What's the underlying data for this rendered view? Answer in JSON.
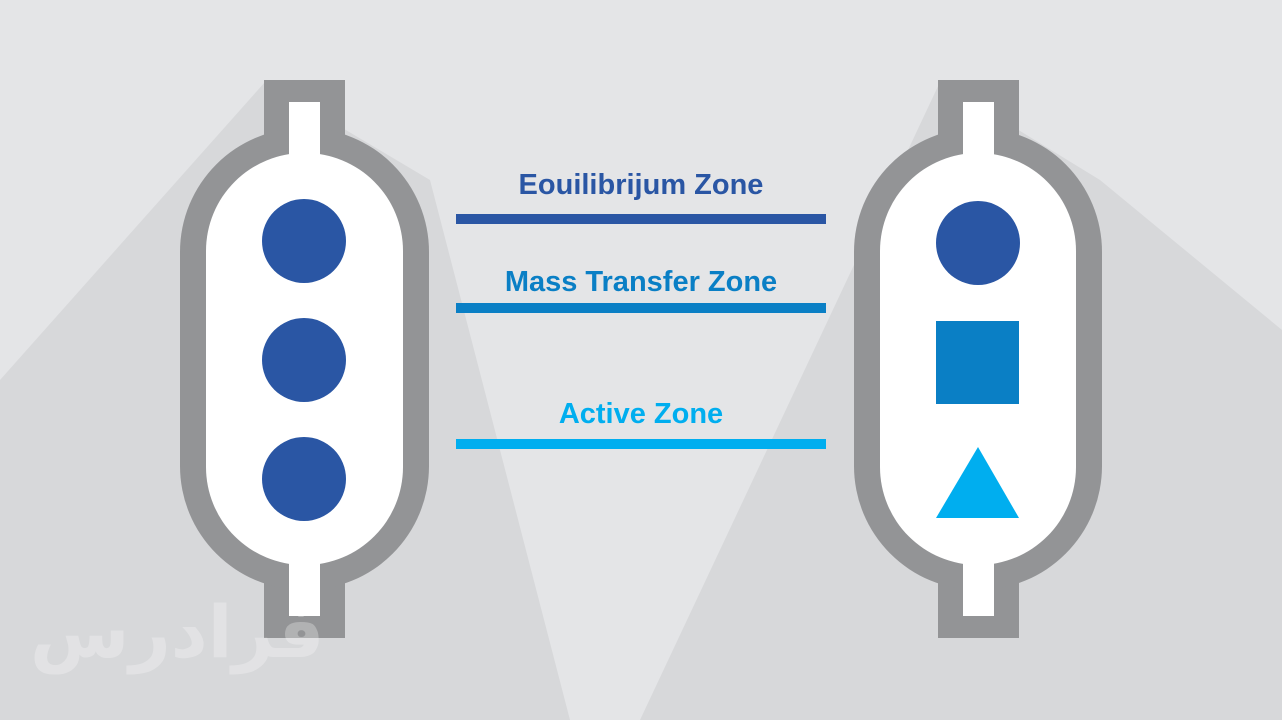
{
  "zones": {
    "equilibrium": "Eouilibrijum Zone",
    "mass_transfer": "Mass Transfer Zone",
    "active": "Active Zone"
  },
  "watermark": "فرادرس",
  "colors": {
    "background": "#e4e5e7",
    "shadow": "#d6d7d9",
    "column_border": "#939496",
    "column_fill": "#ffffff",
    "dark_blue": "#2a56a4",
    "mid_blue": "#0a7fc5",
    "light_blue": "#00aeef"
  },
  "left_column": {
    "particles": [
      "circle-dark-blue",
      "circle-dark-blue",
      "circle-dark-blue"
    ]
  },
  "right_column": {
    "particles": [
      "circle-dark-blue",
      "square-mid-blue",
      "triangle-light-blue"
    ]
  }
}
